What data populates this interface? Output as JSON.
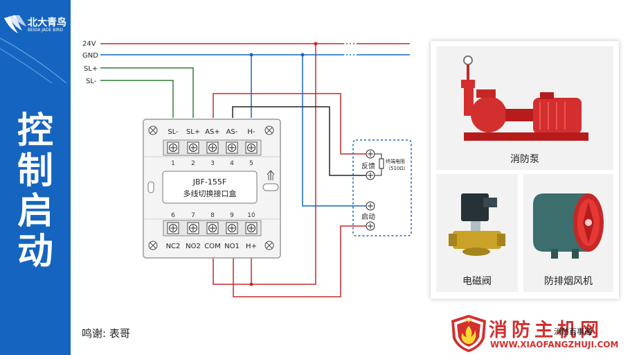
{
  "brand": {
    "name_cn": "北大青鸟",
    "name_en": "BEIDA JADE BIRD"
  },
  "side_title": [
    "控",
    "制",
    "启",
    "动"
  ],
  "bus_labels": [
    "24V",
    "GND",
    "SL+",
    "SL-"
  ],
  "module": {
    "model": "JBF-155F",
    "name": "多线切换接口盒",
    "top_terminal_labels": [
      "SL-",
      "SL+",
      "AS+",
      "AS-",
      "H-"
    ],
    "top_terminal_numbers": [
      "1",
      "2",
      "3",
      "4",
      "5"
    ],
    "bottom_terminal_labels": [
      "NC2",
      "NO2",
      "COM",
      "NO1",
      "H+"
    ],
    "bottom_terminal_numbers": [
      "6",
      "7",
      "8",
      "9",
      "10"
    ]
  },
  "field_device": {
    "feedback_label": "反馈",
    "resistor_label": "终端电阻",
    "resistor_value": "（510Ω）",
    "start_label": "启动"
  },
  "equipment": [
    {
      "label": "消防泵"
    },
    {
      "label": "电磁阀"
    },
    {
      "label": "防排烟风机"
    }
  ],
  "credit": "鸣谢: 表哥",
  "watermark": {
    "main": "消防主机网",
    "url": "WWW.XIAOFANGZHUJI.COM",
    "overlay": "消防百事通"
  },
  "colors": {
    "sidebar": "#1565c0",
    "red_wire": "#c62828",
    "blue_wire": "#1565c0",
    "green_wire": "#2e7d32",
    "black_wire": "#222222"
  }
}
